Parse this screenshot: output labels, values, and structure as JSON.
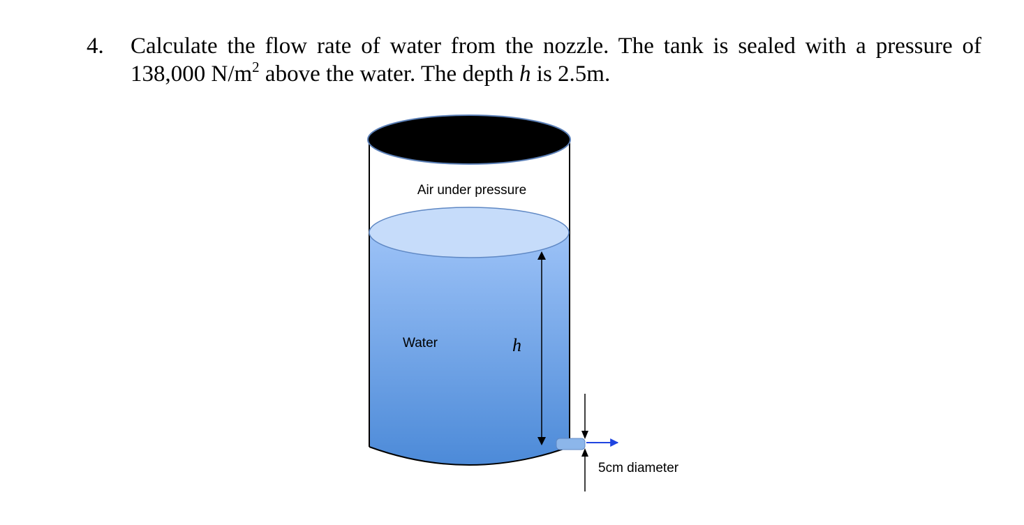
{
  "question": {
    "number": "4.",
    "line1": "Calculate the flow rate of water from the nozzle. The tank is sealed with a pressure of",
    "line2_prefix": "138,000 N/m",
    "line2_exponent": "2",
    "line2_mid": " above the water. The depth ",
    "line2_variable": "h",
    "line2_suffix": " is 2.5m."
  },
  "diagram": {
    "air_label": "Air under pressure",
    "water_label": "Water",
    "depth_label": "h",
    "nozzle_label": "5cm diameter",
    "colors": {
      "lid": "#000000",
      "lid_edge": "#5b7fb6",
      "water_top": "#9cc2f7",
      "water_bottom": "#4c8ad8",
      "water_surface": "#c6dcfa",
      "surface_edge": "#5f88c4",
      "flow_arrow": "#1f44e0",
      "outline": "#000000"
    }
  }
}
